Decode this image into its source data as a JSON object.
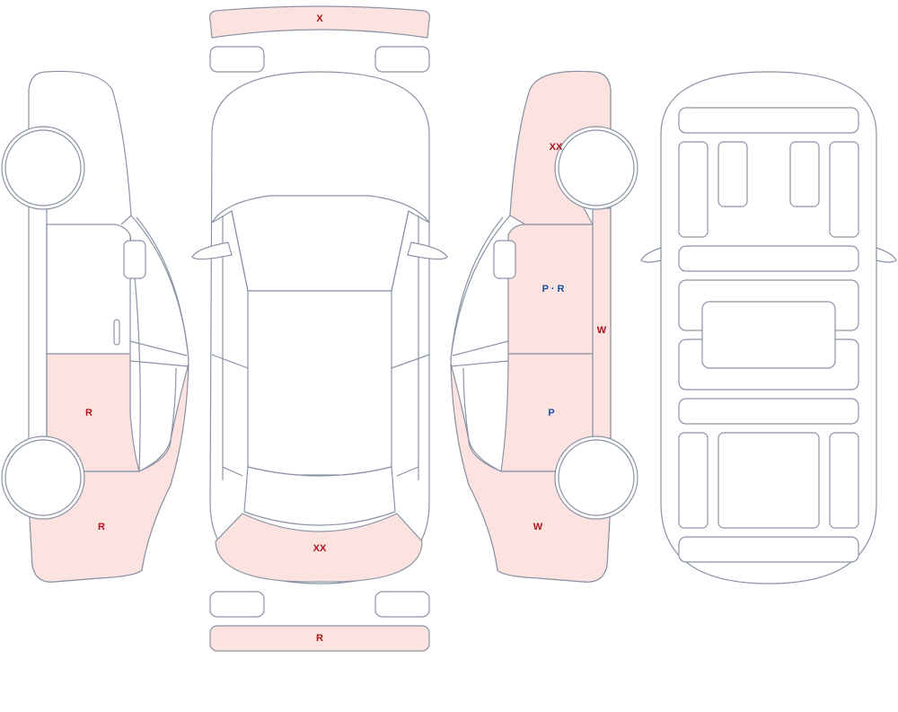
{
  "colors": {
    "damage_fill": "#fde3e0",
    "outline": "#8a93a6",
    "label_red": "#b0141c",
    "label_blue": "#1a4fa0"
  },
  "marks": {
    "front_bumper": "X",
    "rear_bumper": "R",
    "hood": "XX",
    "left_rear_door": "R",
    "left_rear_quarter": "R",
    "right_front_fender": "XX",
    "right_front_door": "P · R",
    "right_rear_door": "P",
    "right_rocker": "W",
    "right_rear_quarter": "W"
  }
}
